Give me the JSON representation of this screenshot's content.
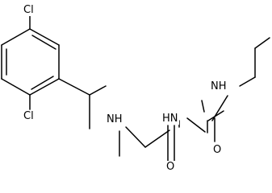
{
  "molecule": {
    "atoms": {
      "cl_top": "Cl",
      "cl_left": "Cl",
      "nh_amine": "NH",
      "nh_imide": "HN",
      "nh_ethyl": "NH",
      "o_amide": "O",
      "o_urea": "O"
    }
  }
}
